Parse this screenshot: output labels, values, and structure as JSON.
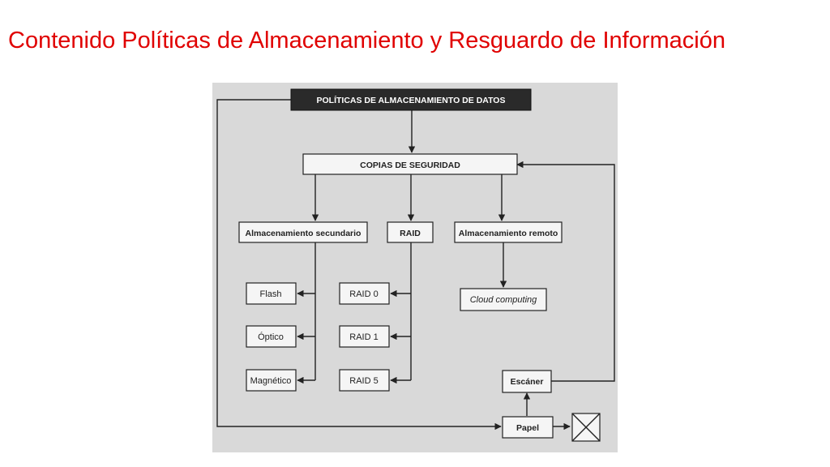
{
  "slide": {
    "title": "Contenido Políticas de Almacenamiento y Resguardo de Información",
    "title_color": "#e00000"
  },
  "diagram": {
    "background": "#d9d9d9",
    "root": "POLÍTICAS DE ALMACENAMIENTO DE DATOS",
    "backups": "COPIAS DE SEGURIDAD",
    "secondary_storage": {
      "label": "Almacenamiento secundario",
      "children": [
        "Flash",
        "Óptico",
        "Magnético"
      ]
    },
    "raid": {
      "label": "RAID",
      "children": [
        "RAID 0",
        "RAID 1",
        "RAID 5"
      ]
    },
    "remote_storage": {
      "label": "Almacenamiento remoto",
      "children": [
        "Cloud computing"
      ]
    },
    "scanner": "Escáner",
    "paper": "Papel",
    "discard_icon": "crossed-box-icon"
  }
}
